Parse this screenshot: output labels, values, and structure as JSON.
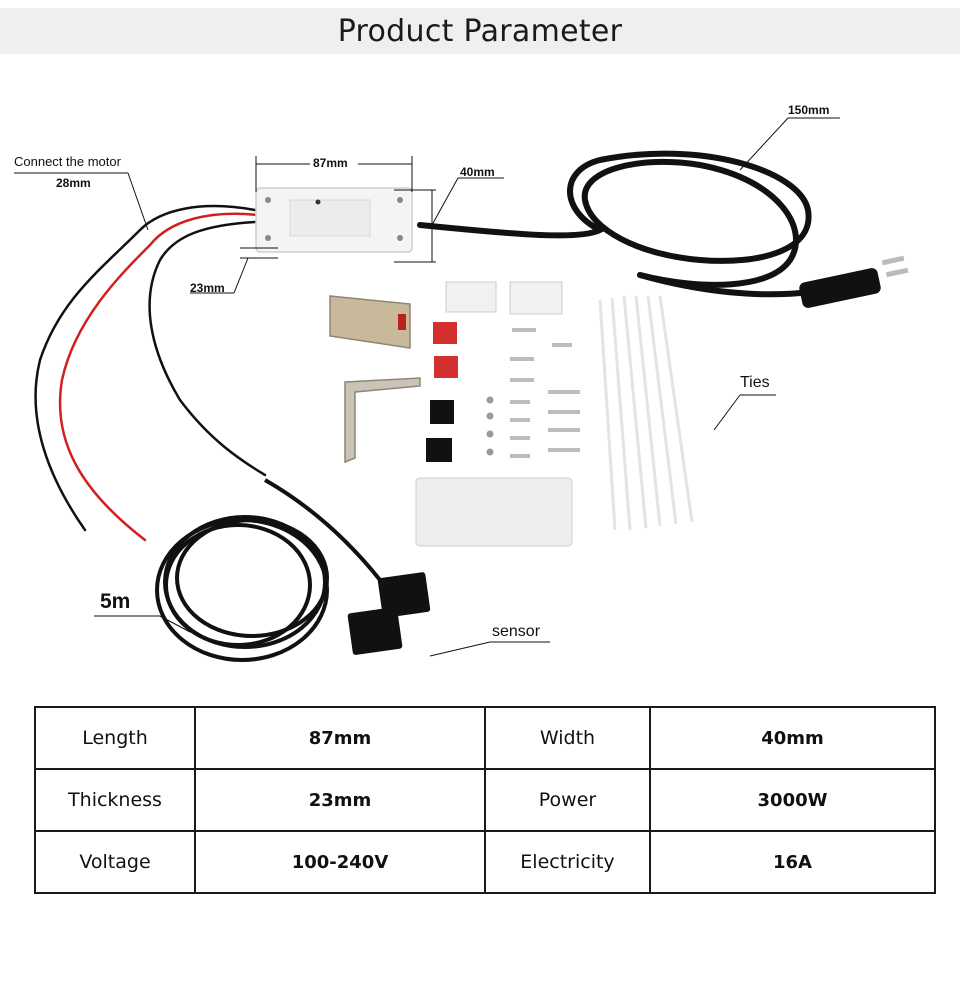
{
  "header": {
    "title": "Product Parameter"
  },
  "diagram": {
    "callouts": {
      "dim_150": "150mm",
      "dim_87": "87mm",
      "dim_40": "40mm",
      "connect_motor": "Connect the motor",
      "dim_28": "28mm",
      "dim_23": "23mm",
      "ties": "Ties",
      "cable_5m": "5m",
      "sensor": "sensor"
    }
  },
  "table": {
    "rows": [
      {
        "label_a": "Length",
        "value_a": "87mm",
        "label_b": "Width",
        "value_b": "40mm"
      },
      {
        "label_a": "Thickness",
        "value_a": "23mm",
        "label_b": "Power",
        "value_b": "3000W"
      },
      {
        "label_a": "Voltage",
        "value_a": "100-240V",
        "label_b": "Electricity",
        "value_b": "16A"
      }
    ]
  },
  "colors": {
    "header_bg": "#efefef",
    "cable": "#111111",
    "red_wire": "#d21f1f",
    "device_body": "#f4f4f2",
    "border": "#1a1a1a"
  }
}
